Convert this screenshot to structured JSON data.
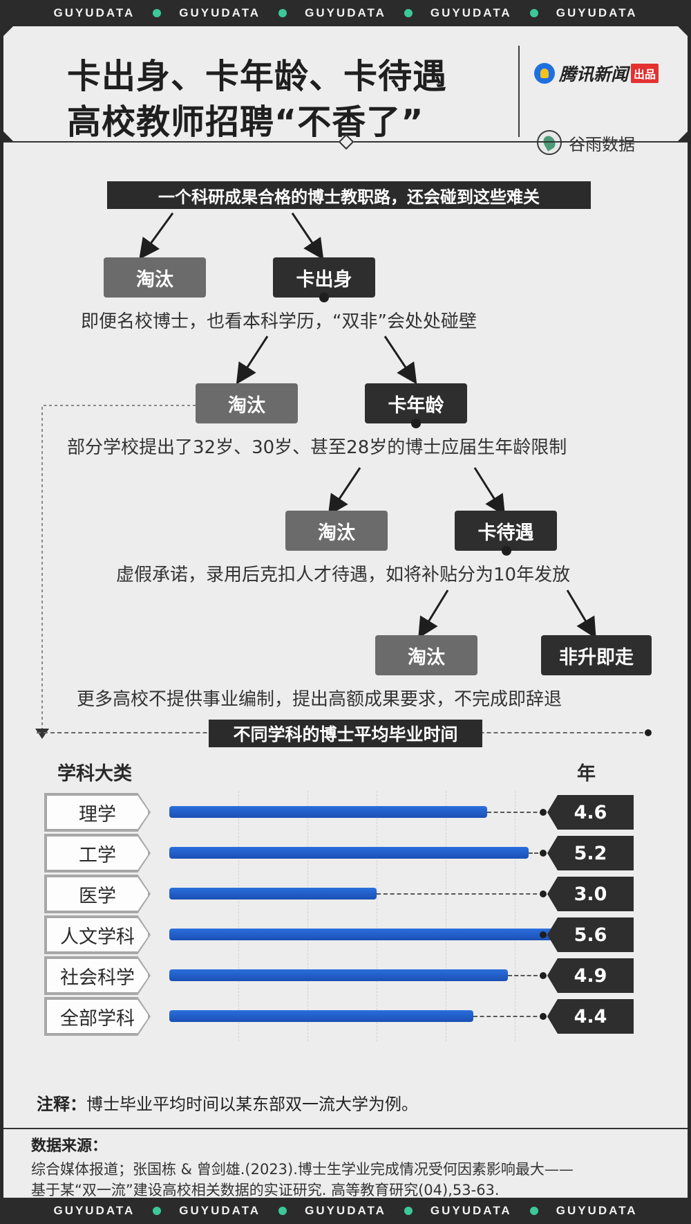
{
  "ticker": {
    "words": [
      "GUYUDATA",
      "GUYUDATA",
      "GUYUDATA",
      "GUYUDATA",
      "GUYUDATA"
    ]
  },
  "header": {
    "title_line1": "卡出身、卡年龄、卡待遇",
    "title_line2": "高校教师招聘“不香了”",
    "logo1_name": "腾讯新闻",
    "logo1_tag": "出品",
    "logo2_name": "谷雨数据"
  },
  "flow": {
    "heading": "一个科研成果合格的博士教职路，还会碰到这些难关",
    "eliminated_label": "淘汰",
    "steps": [
      {
        "label": "卡出身",
        "desc": "即便名校博士，也看本科学历，“双非”会处处碰壁"
      },
      {
        "label": "卡年龄",
        "desc": "部分学校提出了32岁、30岁、甚至28岁的博士应届生年龄限制"
      },
      {
        "label": "卡待遇",
        "desc": "虚假承诺，录用后克扣人才待遇，如将补贴分为10年发放"
      },
      {
        "label": "非升即走",
        "desc": "更多高校不提供事业编制，提出高额成果要求，不完成即辞退"
      }
    ]
  },
  "chart_data": {
    "type": "bar",
    "orientation": "horizontal",
    "title": "不同学科的博士平均毕业时间",
    "xlabel": "学科大类",
    "ylabel": "年",
    "categories": [
      "理学",
      "工学",
      "医学",
      "人文学科",
      "社会科学",
      "全部学科"
    ],
    "values": [
      4.6,
      5.2,
      3.0,
      5.6,
      4.9,
      4.4
    ],
    "xlim": [
      0,
      6
    ],
    "bar_color": "#1f5fd0"
  },
  "note": {
    "label": "注释：",
    "text": "博士毕业平均时间以某东部双一流大学为例。"
  },
  "source": {
    "title": "数据来源：",
    "line1": "综合媒体报道；张国栋 & 曾剑雄.(2023).博士生学业完成情况受何因素影响最大——",
    "line2": "基于某“双一流”建设高校相关数据的实证研究. 高等教育研究(04),53-63."
  },
  "colors": {
    "accent_dot": "#3cc99a",
    "dark": "#2e2e2e",
    "grey_node": "#6b6b6b",
    "background": "#ededed"
  }
}
